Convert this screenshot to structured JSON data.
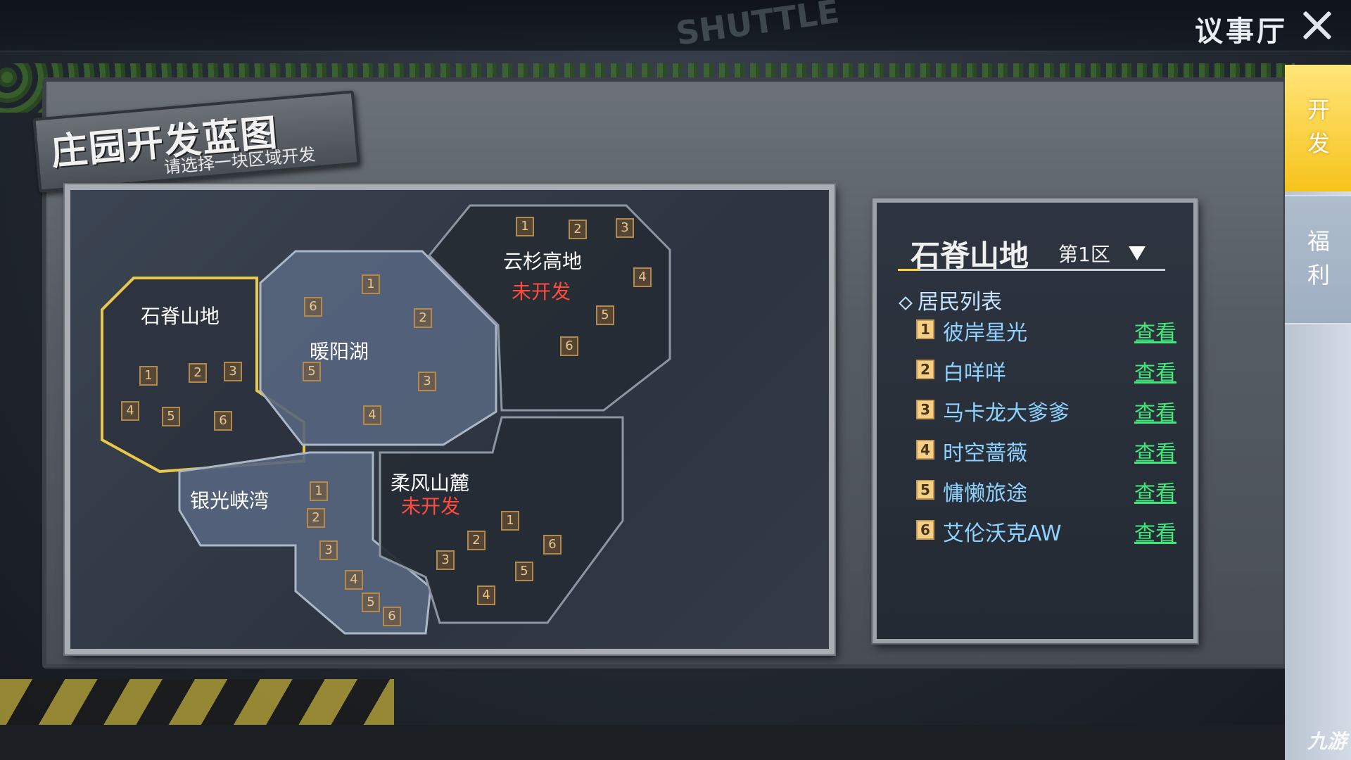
{
  "header": {
    "title": "议事厅",
    "background_sign": "SHUTTLE"
  },
  "sign": {
    "title": "庄园开发蓝图",
    "subtitle": "请选择一块区域开发"
  },
  "map": {
    "regions": [
      {
        "name": "石脊山地",
        "status": "",
        "selected": true,
        "plots": [
          "1",
          "2",
          "3",
          "4",
          "5",
          "6"
        ]
      },
      {
        "name": "暖阳湖",
        "status": "",
        "selected": false,
        "plots": [
          "1",
          "2",
          "3",
          "4",
          "5",
          "6"
        ]
      },
      {
        "name": "云杉高地",
        "status": "未开发",
        "selected": false,
        "plots": [
          "1",
          "2",
          "3",
          "4",
          "5",
          "6"
        ]
      },
      {
        "name": "银光峡湾",
        "status": "",
        "selected": false,
        "plots": [
          "1",
          "2",
          "3",
          "4",
          "5",
          "6"
        ]
      },
      {
        "name": "柔风山麓",
        "status": "未开发",
        "selected": false,
        "plots": [
          "1",
          "2",
          "3",
          "4",
          "5",
          "6"
        ]
      }
    ]
  },
  "panel": {
    "region_name": "石脊山地",
    "zone": "第1区",
    "list_title": "居民列表",
    "view_label": "查看",
    "residents": [
      {
        "num": "1",
        "name": "彼岸星光"
      },
      {
        "num": "2",
        "name": "白咩咩"
      },
      {
        "num": "3",
        "name": "马卡龙大爹爹"
      },
      {
        "num": "4",
        "name": "时空蔷薇"
      },
      {
        "num": "5",
        "name": "慵懒旅途"
      },
      {
        "num": "6",
        "name": "艾伦沃克AW"
      }
    ]
  },
  "tabs": [
    {
      "label": "开发",
      "active": true
    },
    {
      "label": "福利",
      "active": false
    }
  ],
  "watermark": "九游",
  "colors": {
    "selected_outline": "#e8c84a",
    "undeveloped": "#ff4a3c",
    "view_link": "#3fe87b",
    "resident_name": "#8ed2ff",
    "active_tab": "#f6c31b"
  }
}
